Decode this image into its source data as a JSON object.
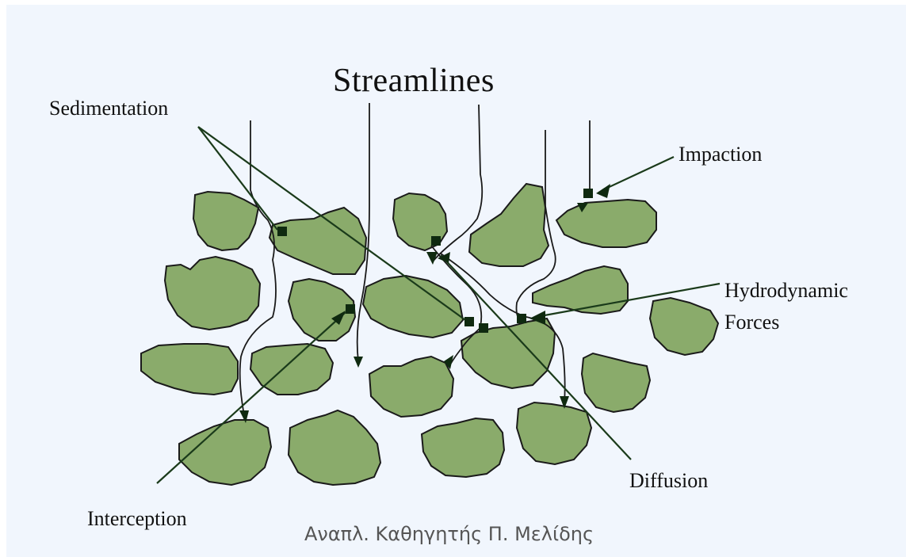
{
  "title": "Streamlines",
  "labels": {
    "sedimentation": "Sedimentation",
    "impaction": "Impaction",
    "hydrodynamic_line1": "Hydrodynamic",
    "hydrodynamic_line2": "Forces",
    "diffusion": "Diffusion",
    "interception": "Interception"
  },
  "credit": "Αναπλ. Καθηγητής Π. Μελίδης",
  "colors": {
    "background": "#f1f6fd",
    "grain_fill": "#8aab6b",
    "outline": "#1a1a1a"
  }
}
